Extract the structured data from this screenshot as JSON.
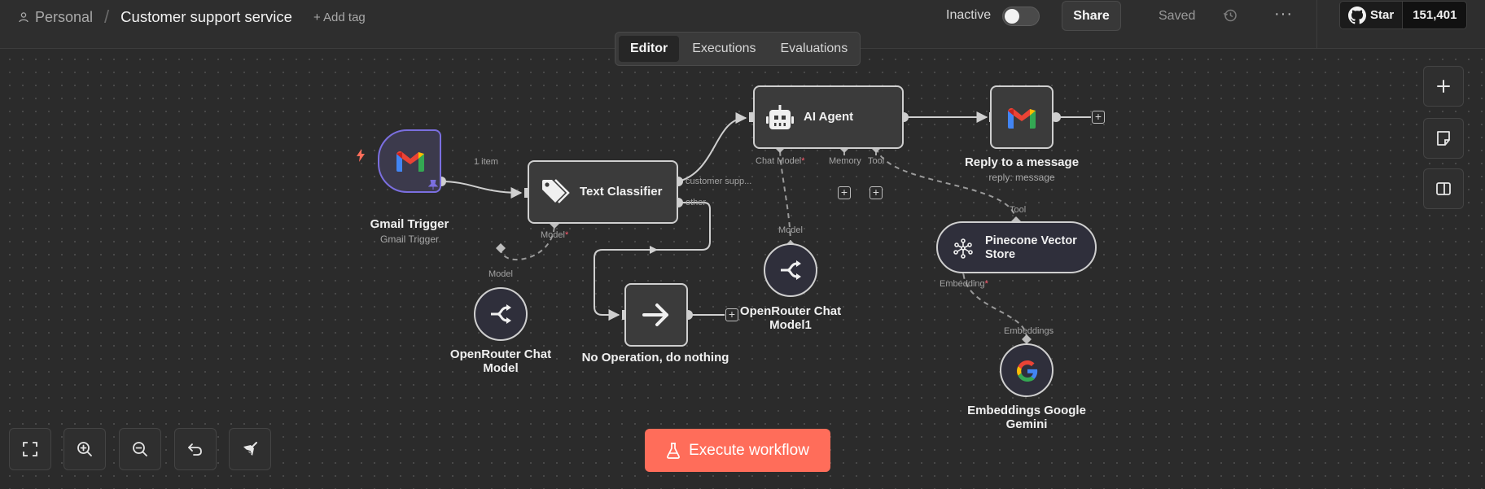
{
  "header": {
    "project": "Personal",
    "workflow_title": "Customer support service",
    "add_tag": "+ Add tag",
    "status_label": "Inactive",
    "share_label": "Share",
    "saved_label": "Saved",
    "more_label": "···",
    "github_star_label": "Star",
    "github_star_count": "151,401"
  },
  "tabs": [
    {
      "label": "Editor",
      "active": true
    },
    {
      "label": "Executions",
      "active": false
    },
    {
      "label": "Evaluations",
      "active": false
    }
  ],
  "nodes": {
    "gmail_trigger": {
      "title": "Gmail Trigger",
      "subtitle": "Gmail Trigger"
    },
    "text_classifier": {
      "title": "Text Classifier",
      "out_customer_support": "customer supp...",
      "out_other": "other",
      "model_port": "Model"
    },
    "ai_agent": {
      "title": "AI Agent",
      "port_chat_model": "Chat Model",
      "port_memory": "Memory",
      "port_tool": "Tool"
    },
    "reply": {
      "title": "Reply to a message",
      "subtitle": "reply: message"
    },
    "openrouter1": {
      "title_line1": "OpenRouter Chat",
      "title_line2": "Model1",
      "port": "Model"
    },
    "openrouter": {
      "title_line1": "OpenRouter Chat",
      "title_line2": "Model",
      "port": "Model"
    },
    "noop": {
      "title": "No Operation, do nothing"
    },
    "pinecone": {
      "title_line1": "Pinecone Vector",
      "title_line2": "Store",
      "port_tool": "Tool",
      "port_embedding": "Embedding"
    },
    "gemini": {
      "title_line1": "Embeddings Google",
      "title_line2": "Gemini",
      "port": "Embeddings"
    }
  },
  "edge_labels": {
    "gmail_to_classifier": "1 item"
  },
  "execute_button": "Execute workflow",
  "colors": {
    "accent": "#ff6d5a",
    "canvas": "#2b2b2b",
    "node_border": "#cfcfcf",
    "pin": "#7b6fe0",
    "trigger_bolt": "#ff6d5a",
    "required": "#ff5a6e"
  }
}
